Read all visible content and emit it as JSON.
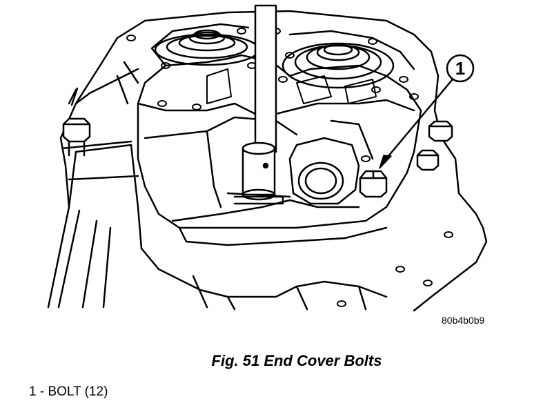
{
  "figure": {
    "callout_number": "1",
    "image_code": "80b4b0b9",
    "caption": "Fig. 51 End Cover Bolts"
  },
  "legend": {
    "items": [
      {
        "text": "1 - BOLT (12)"
      }
    ]
  }
}
